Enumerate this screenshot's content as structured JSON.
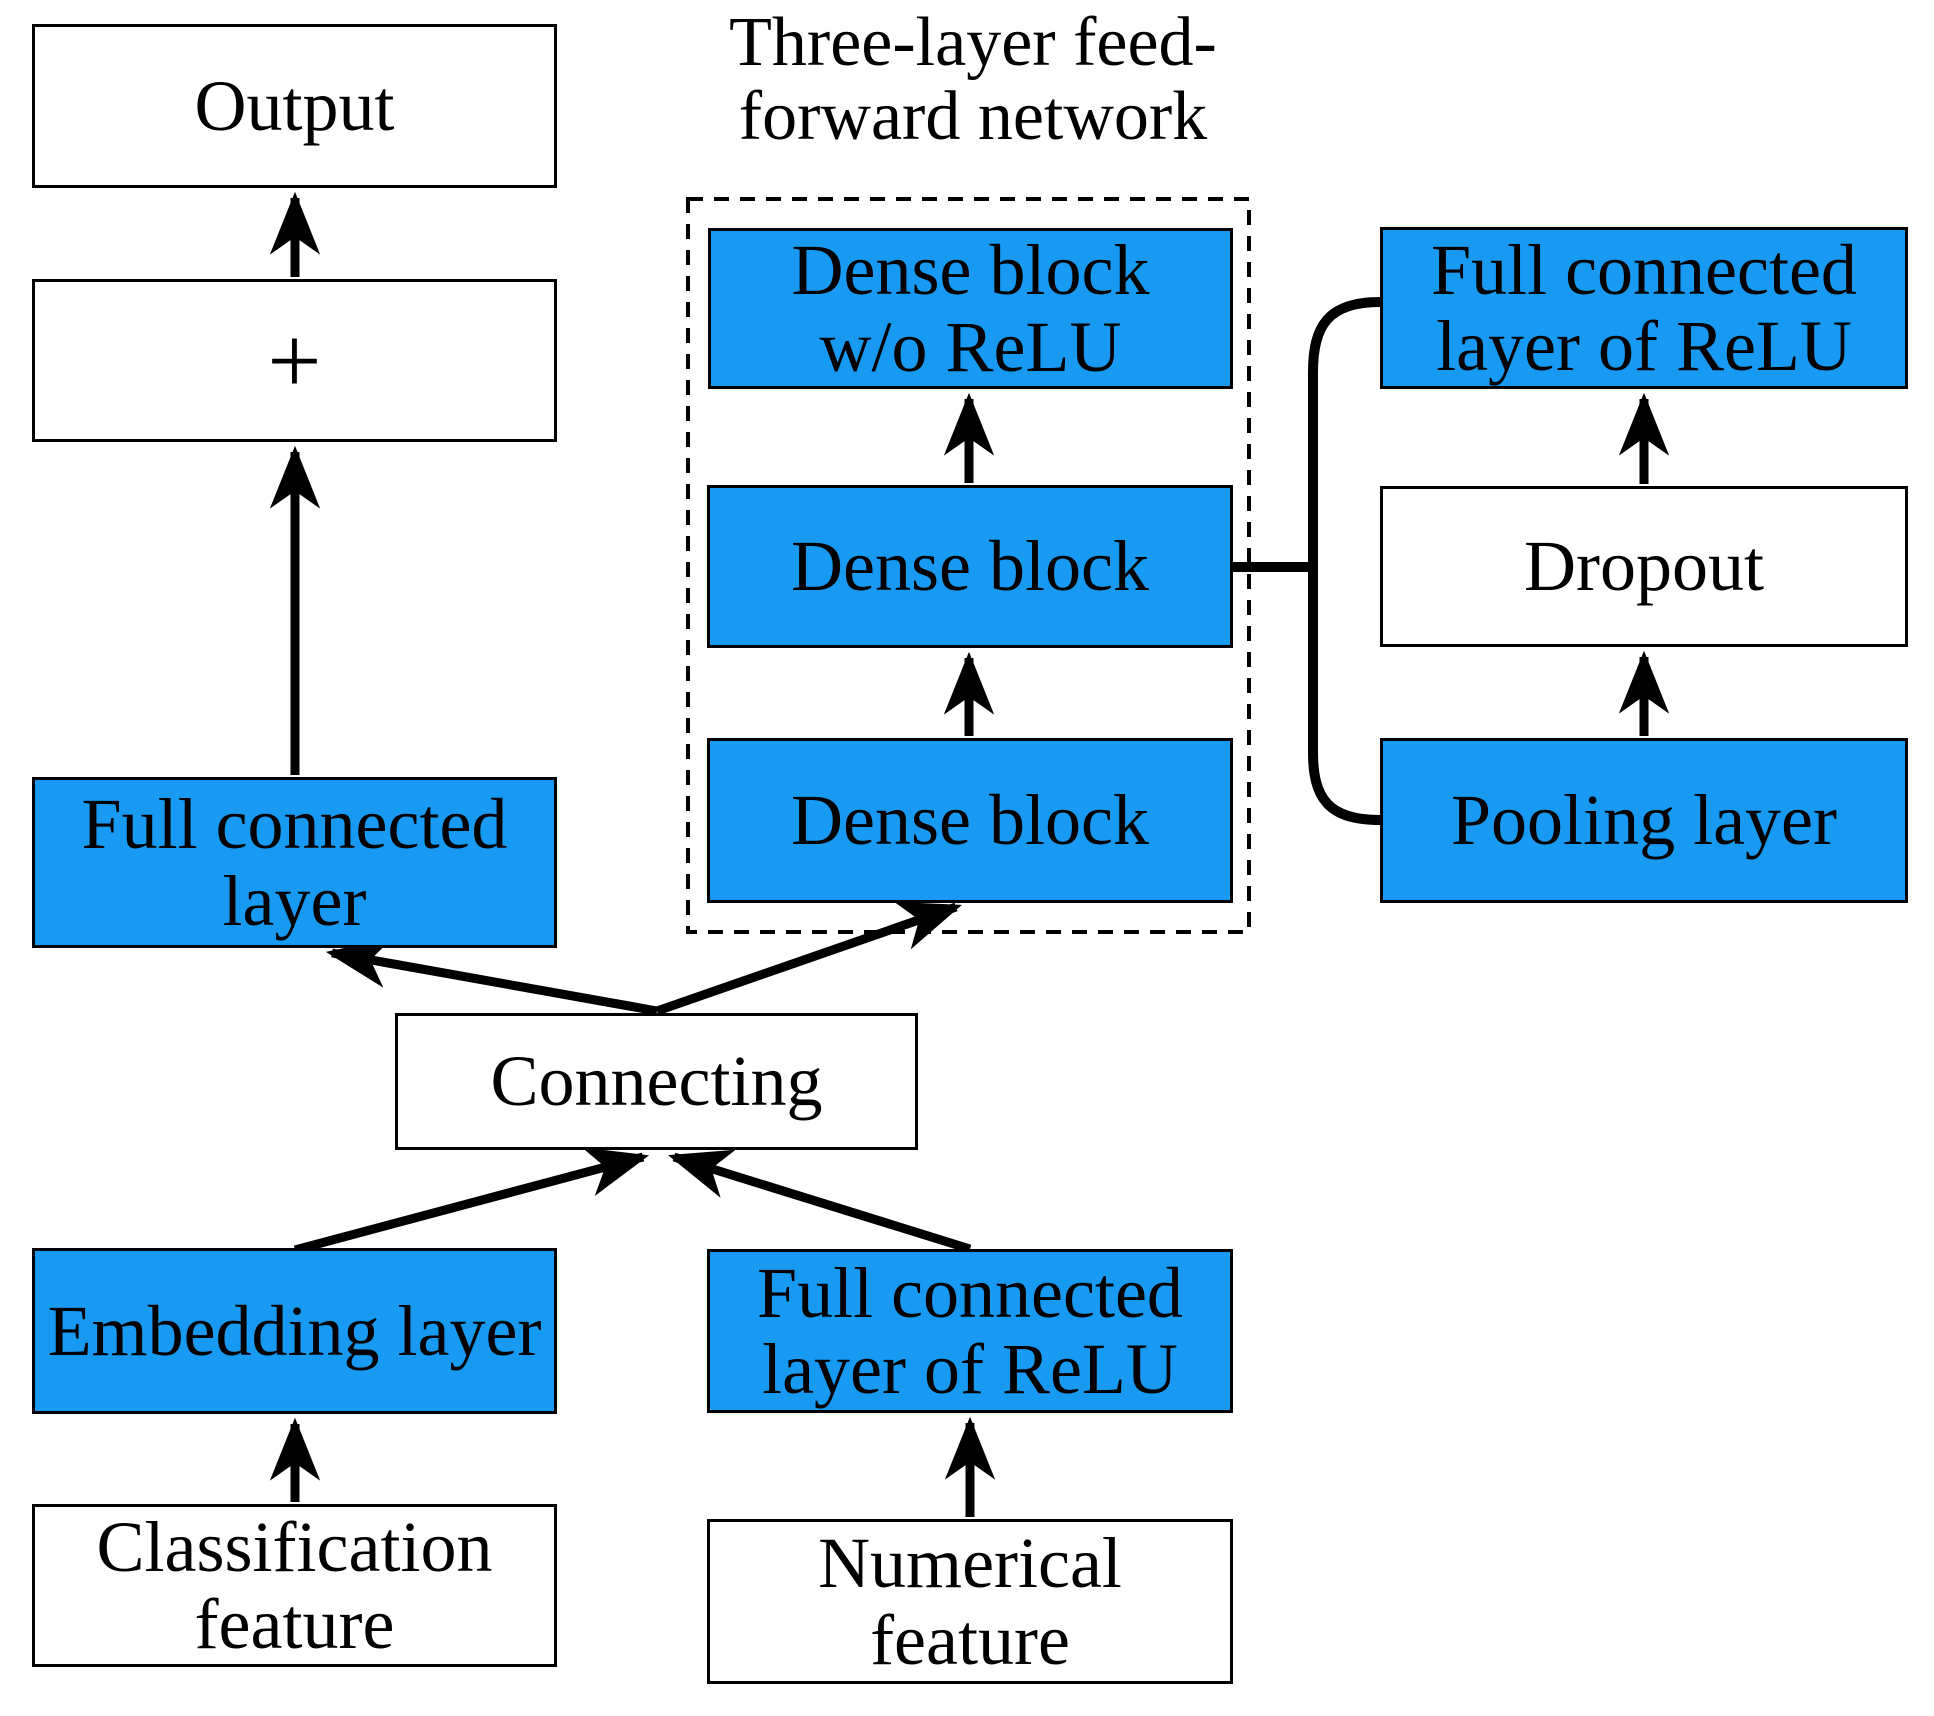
{
  "title": "Three-layer feed-\nforward network",
  "colors": {
    "box_blue": "#189af2",
    "box_white": "#ffffff",
    "line_black": "#000000"
  },
  "nodes": {
    "output": {
      "label": "Output"
    },
    "plus": {
      "label": "+"
    },
    "fc_layer": {
      "label": "Full connected\nlayer"
    },
    "connecting": {
      "label": "Connecting"
    },
    "embedding": {
      "label": "Embedding layer"
    },
    "classification": {
      "label": "Classification\nfeature"
    },
    "dense_top": {
      "label": "Dense block\nw/o ReLU"
    },
    "dense_mid": {
      "label": "Dense block"
    },
    "dense_bottom": {
      "label": "Dense block"
    },
    "fc_relu_center": {
      "label": "Full connected\nlayer of ReLU"
    },
    "numerical": {
      "label": "Numerical\nfeature"
    },
    "fc_relu_right": {
      "label": "Full connected\nlayer of ReLU"
    },
    "dropout": {
      "label": "Dropout"
    },
    "pooling": {
      "label": "Pooling layer"
    }
  },
  "edges": [
    {
      "from": "plus",
      "to": "output"
    },
    {
      "from": "fc_layer",
      "to": "plus"
    },
    {
      "from": "connecting",
      "to": "fc_layer"
    },
    {
      "from": "connecting",
      "to": "dense_bottom"
    },
    {
      "from": "dense_bottom",
      "to": "dense_mid"
    },
    {
      "from": "dense_mid",
      "to": "dense_top"
    },
    {
      "from": "dense_mid",
      "to": "fc_relu_right_and_pooling_bracket"
    },
    {
      "from": "pooling",
      "to": "dropout"
    },
    {
      "from": "dropout",
      "to": "fc_relu_right"
    },
    {
      "from": "embedding",
      "to": "connecting"
    },
    {
      "from": "fc_relu_center",
      "to": "connecting"
    },
    {
      "from": "classification",
      "to": "embedding"
    },
    {
      "from": "numerical",
      "to": "fc_relu_center"
    }
  ]
}
